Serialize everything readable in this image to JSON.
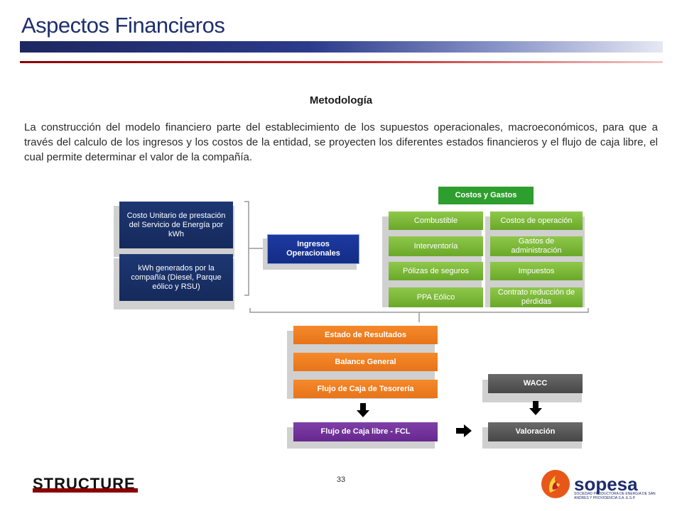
{
  "header": {
    "title": "Aspectos Financieros"
  },
  "section": {
    "subtitle": "Metodología",
    "intro": "La construcción del modelo financiero parte del establecimiento de los supuestos operacionales, macroeconómicos, para que a través del calculo de los ingresos y los costos de la entidad, se proyecten los diferentes estados financieros y el flujo de caja libre, el cual permite determinar el valor de la compañía."
  },
  "diagram": {
    "inputs": [
      "Costo Unitario de prestación del Servicio de Energía por kWh",
      "kWh generados por la compañía (Diesel, Parque eólico y RSU)"
    ],
    "ingresos": "Ingresos Operacionales",
    "costos_header": "Costos y Gastos",
    "costos_left": [
      "Combustible",
      "Interventoría",
      "Pólizas de seguros",
      "PPA Eólico"
    ],
    "costos_right": [
      "Costos de operación",
      "Gastos de administración",
      "Impuestos",
      "Contrato reducción de pérdidas"
    ],
    "estados": [
      "Estado de Resultados",
      "Balance General",
      "Flujo de Caja de Tesorería"
    ],
    "fcl": "Flujo de Caja libre - FCL",
    "wacc": "WACC",
    "valoracion": "Valoración"
  },
  "footer": {
    "left_logo": "STRUCTURE",
    "page_number": "33",
    "right_logo": "sopesa",
    "right_logo_tagline": "SOCIEDAD PRODUCTORA DE ENERGIA DE SAN ANDRES Y PROVIDENCIA S.A. E.S.P."
  },
  "colors": {
    "navy": "#1e3772",
    "green": "#7ab83a",
    "orange": "#f0821f",
    "purple": "#7030a0",
    "gray": "#555555"
  }
}
